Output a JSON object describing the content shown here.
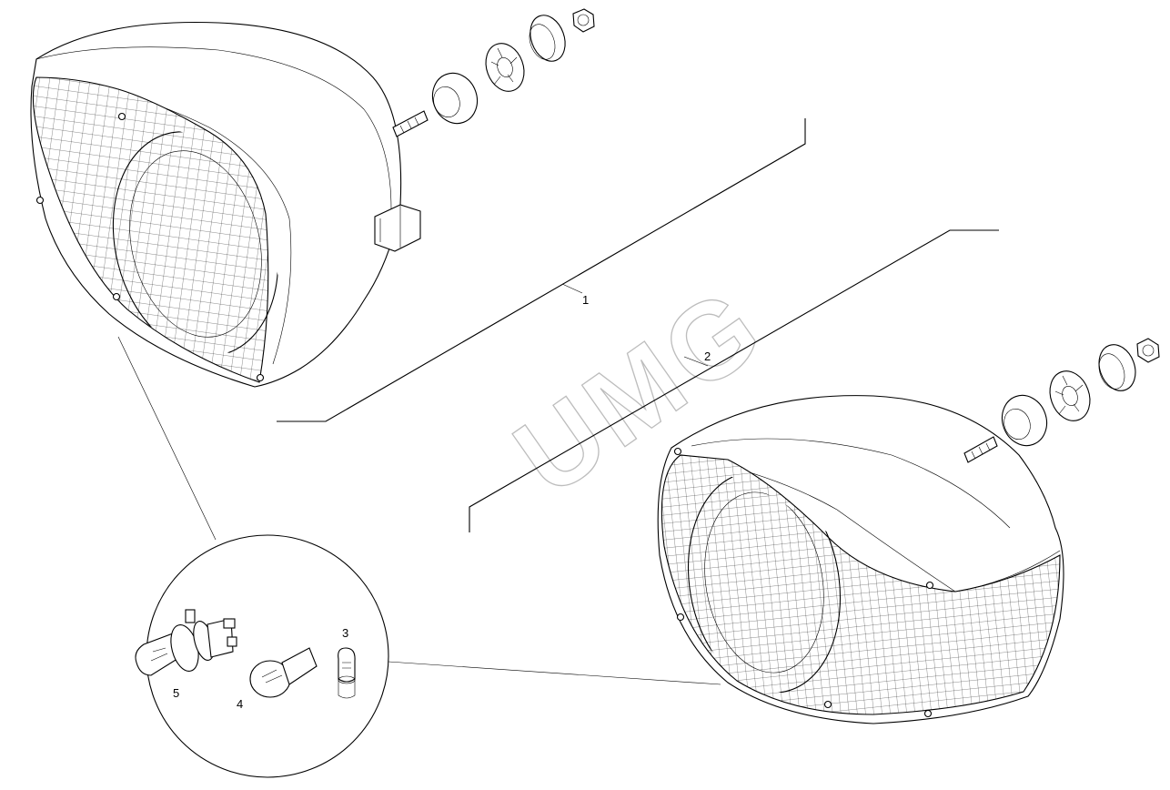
{
  "watermark": "UMG",
  "callouts": {
    "c1": "1",
    "c2": "2",
    "c3": "3",
    "c4": "4",
    "c5": "5"
  },
  "colors": {
    "line": "#000000",
    "background": "#ffffff",
    "watermark_outline": "#bdbdbd"
  },
  "icons": {
    "headlamp": "headlamp-drawing",
    "bulb": "bulb-drawing",
    "nut": "hex-nut-drawing"
  }
}
